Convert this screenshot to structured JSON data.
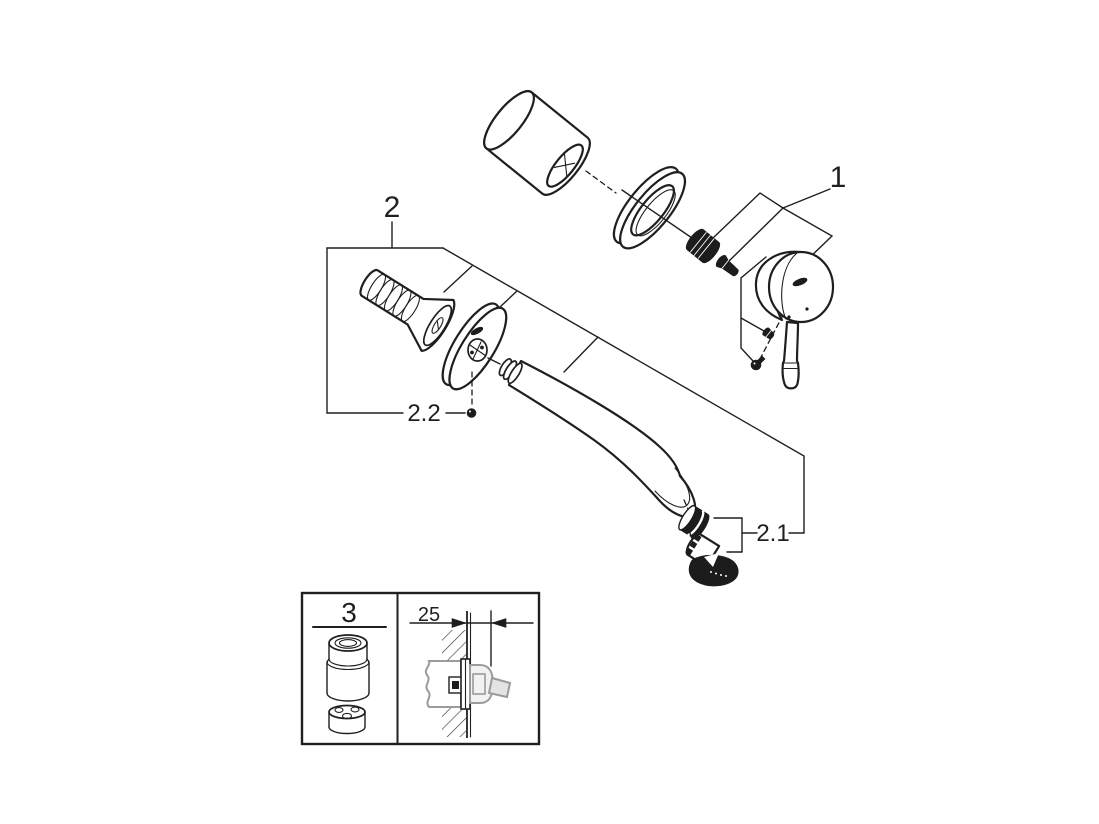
{
  "colors": {
    "line": "#1f1f1f",
    "dark_fill": "#1c1c1c",
    "inset_gray": "#9b9b9b",
    "background": "#ffffff"
  },
  "labels": {
    "group1": "1",
    "group2": "2",
    "sub_2_1": "2.1",
    "sub_2_2": "2.2",
    "inset_group3": "3",
    "wall_depth_mm": "25"
  }
}
